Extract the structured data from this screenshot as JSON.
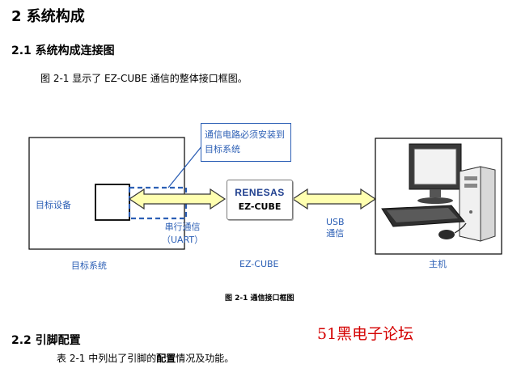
{
  "heading": "2 系统构成",
  "section_1": {
    "title": "2.1 系统构成连接图",
    "intro": "图 2-1 显示了 EZ-CUBE 通信的整体接口框图。"
  },
  "diagram": {
    "callout_line1": "通信电路必须安装到",
    "callout_line2": "目标系统",
    "target_device_label": "目标设备",
    "target_system_label": "目标系统",
    "serial_line1": "串行通信",
    "serial_line2": "（UART）",
    "brand_logo": "RENESAS",
    "brand_box_name": "EZ-CUBE",
    "brand_caption": "EZ-CUBE",
    "usb_line1": "USB",
    "usb_line2": "通信",
    "host_label": "主机",
    "arrow_color": "#ffffb0",
    "accent_color": "#2c5fb5"
  },
  "figure_caption": "图 2-1 通信接口框图",
  "section_2": {
    "title": "2.2 引脚配置",
    "text_before": "表 2-1 中列出了引脚的",
    "text_bold": "配置",
    "text_after": "情况及功能。"
  },
  "watermark": "51黑电子论坛"
}
